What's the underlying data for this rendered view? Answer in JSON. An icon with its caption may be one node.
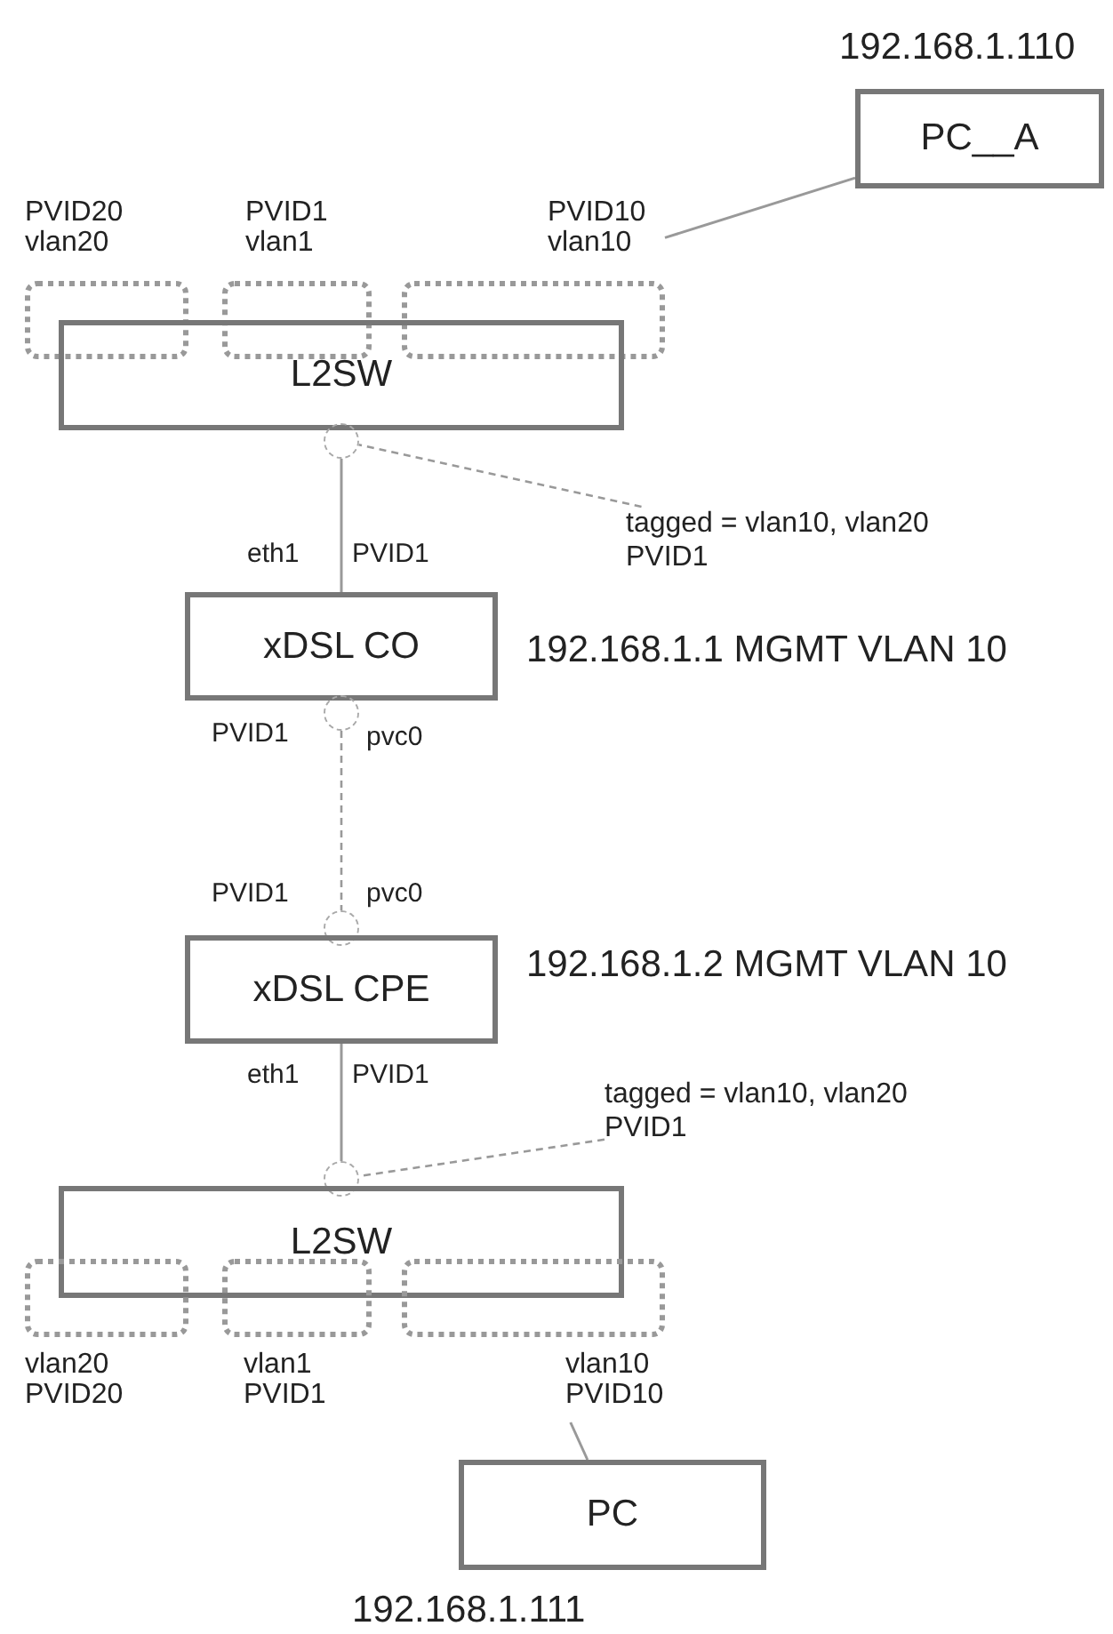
{
  "diagram": {
    "nodes": [
      {
        "text": [
          "PC__A"
        ],
        "beside": [
          "192.168.1.110"
        ]
      },
      {
        "text": [
          "PVID20 vlan20"
        ]
      },
      {
        "text": [
          "PVID1 vlan1"
        ]
      },
      {
        "text": [
          "PVID10 vlan10"
        ]
      },
      {
        "text": [
          "L2SW"
        ]
      },
      {
        "text": [],
        "shape": "circle"
      },
      {
        "text": [
          "xDSL CO"
        ],
        "beside": [
          "192.168.1.1 MGMT VLAN 10"
        ]
      },
      {
        "text": [],
        "shape": "circle"
      },
      {
        "text": [],
        "shape": "circle"
      },
      {
        "text": [
          "xDSL CPE"
        ],
        "beside": [
          "192.168.1.2 MGMT VLAN 10"
        ]
      },
      {
        "text": [],
        "shape": "circle"
      },
      {
        "text": [
          "L2SW"
        ]
      },
      {
        "text": [
          "vlan20 PVID20"
        ]
      },
      {
        "text": [
          "vlan1 PVID1"
        ]
      },
      {
        "text": [
          "vlan10 PVID10"
        ]
      },
      {
        "text": [
          "PC"
        ],
        "beside": [
          "192.168.1.111"
        ]
      },
      {
        "text": [
          "tagged = vlan10, vlan20 PVID1"
        ]
      },
      {
        "text": [
          "tagged = vlan10, vlan20 PVID1"
        ]
      }
    ],
    "edges": [
      {
        "from": 0,
        "to": 3,
        "arrow": "none"
      },
      {
        "from": 5,
        "to": 6,
        "arrow": "none"
      },
      {
        "from": 16,
        "to": 5,
        "arrow": "none",
        "style": "dashed"
      },
      {
        "from": 7,
        "to": 8,
        "arrow": "none",
        "style": "dashed"
      },
      {
        "from": 9,
        "to": 10,
        "arrow": "none"
      },
      {
        "from": 17,
        "to": 10,
        "arrow": "none",
        "style": "dashed"
      },
      {
        "from": 14,
        "to": 15,
        "arrow": "none"
      }
    ],
    "labels": [
      "eth1",
      "PVID1",
      "PVID1",
      "pvc0",
      "PVID1",
      "pvc0",
      "eth1",
      "PVID1"
    ]
  }
}
